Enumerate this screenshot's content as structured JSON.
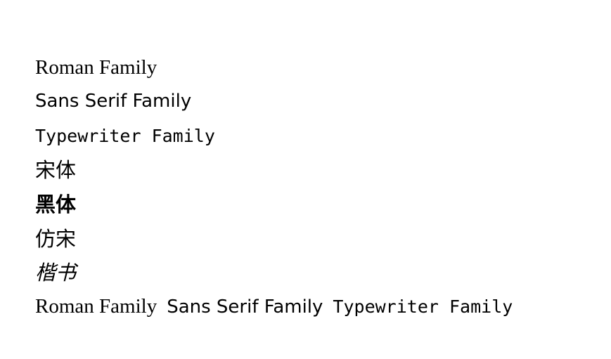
{
  "lines": {
    "roman": "Roman Family",
    "sans": "Sans Serif Family",
    "typewriter": "Typewriter Family",
    "songti": "宋体",
    "heiti": "黑体",
    "fangsong": "仿宋",
    "kaishu": "楷书"
  },
  "mixed": {
    "roman": "Roman Family",
    "sans": "Sans Serif Family",
    "typewriter": "Typewriter Family"
  }
}
